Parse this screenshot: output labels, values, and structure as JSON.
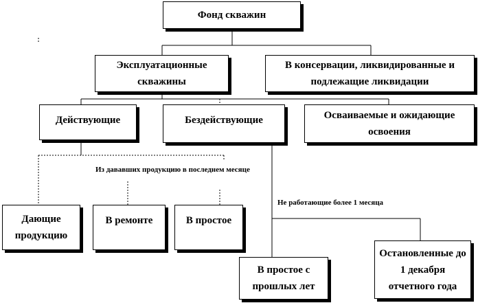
{
  "diagram": {
    "root": "Фонд скважин",
    "exploitation": "Эксплуатационные скважины",
    "conservation": "В консервации, ликвидированные и подлежащие  ликвидации",
    "active": "Действующие",
    "inactive": "Бездействующие",
    "developing": "Осваиваемые и ожидающие освоения",
    "producing": "Дающие продукцию",
    "repair": "В ремонте",
    "idle": "В простое",
    "idle_past": "В простое с прошлых лет",
    "stopped": "Остановленные до 1 декабря отчетного года",
    "note_last_month": "Из дававших продукцию  в последнем месяце",
    "note_not_working": "Не работающие более 1 месяца"
  }
}
